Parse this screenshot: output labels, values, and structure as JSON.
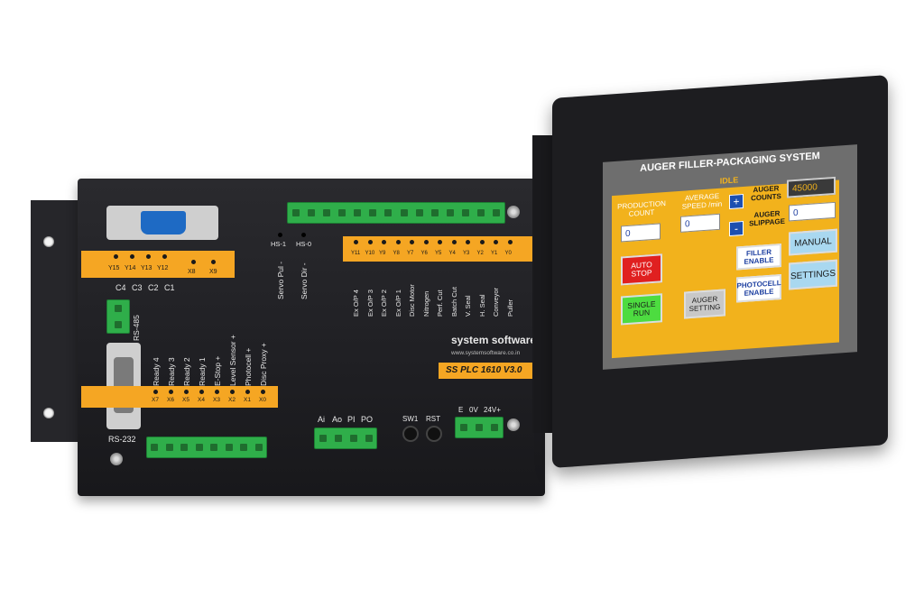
{
  "plc": {
    "brand": "system software",
    "website": "www.systemsoftware.co.in",
    "model": "SS PLC 1610 V3.0",
    "top_outputs": [
      "Y15",
      "Y14",
      "Y13",
      "Y12"
    ],
    "x89": [
      "X8",
      "X9"
    ],
    "c_labels": [
      "C4",
      "C3",
      "C2",
      "C1"
    ],
    "rs485": "RS-485",
    "rs232": "RS-232",
    "hs": [
      "HS-1",
      "HS-0"
    ],
    "servo": [
      "Servo Pul -",
      "Servo Dir -"
    ],
    "y_outputs": [
      "Y11",
      "Y10",
      "Y9",
      "Y8",
      "Y7",
      "Y6",
      "Y5",
      "Y4",
      "Y3",
      "Y2",
      "Y1",
      "Y0"
    ],
    "y_functions": [
      "Ex O/P 4",
      "Ex O/P 3",
      "Ex O/P 2",
      "Ex O/P 1",
      "Disc Motor",
      "Nitrogen",
      "Perf. Cut",
      "Batch Cut",
      "V. Seal",
      "H. Seal",
      "Conveyor",
      "Puller"
    ],
    "x_inputs": [
      "X7",
      "X6",
      "X5",
      "X4",
      "X3",
      "X2",
      "X1",
      "X0"
    ],
    "x_functions": [
      "Ready 4",
      "Ready 3",
      "Ready 2",
      "Ready 1",
      "E-Stop +",
      "Level Sensor +",
      "Photocell +",
      "Disc Proxy +"
    ],
    "analog": [
      "Ai",
      "Ao",
      "PI",
      "PO"
    ],
    "switches": [
      "SW1",
      "RST"
    ],
    "power": [
      "E",
      "0V",
      "24V+"
    ]
  },
  "hmi": {
    "title": "AUGER FILLER-PACKAGING SYSTEM",
    "status": "IDLE",
    "production_count_label": "PRODUCTION COUNT",
    "production_count_value": "0",
    "average_speed_label": "AVERAGE SPEED /min",
    "average_speed_value": "0",
    "plus": "+",
    "minus": "-",
    "auger_counts_label": "AUGER COUNTS",
    "auger_counts_value": "45000",
    "auger_slippage_label": "AUGER SLIPPAGE",
    "auger_slippage_value": "0",
    "auto_stop": "AUTO STOP",
    "single_run": "SINGLE RUN",
    "auger_setting": "AUGER SETTING",
    "filler_enable": "FILLER ENABLE",
    "photocell_enable": "PHOTOCELL ENABLE",
    "manual": "MANUAL",
    "settings": "SETTINGS"
  }
}
